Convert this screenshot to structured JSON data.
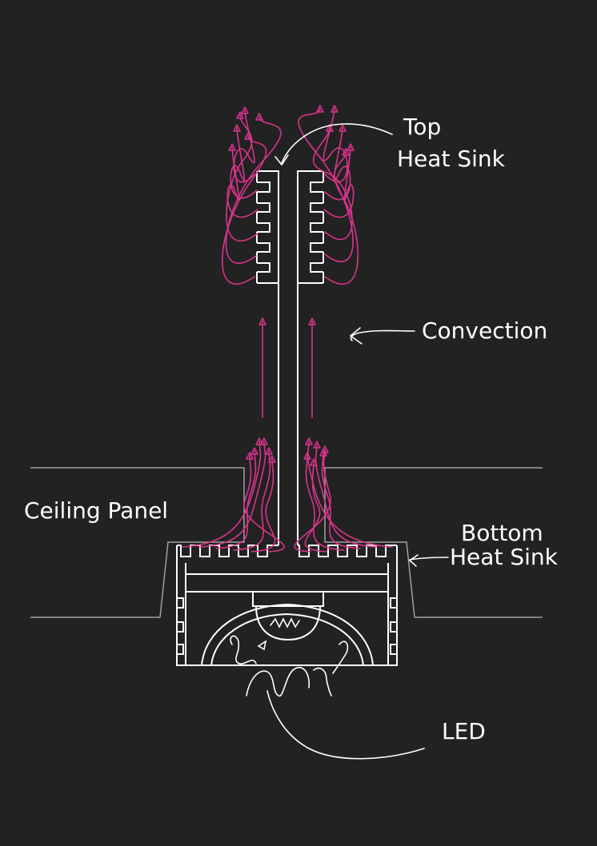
{
  "labels": {
    "top_heat_sink_line1": "Top",
    "top_heat_sink_line2": "Heat Sink",
    "convection": "Convection",
    "ceiling_panel": "Ceiling Panel",
    "bottom_heat_sink_line1": "Bottom",
    "bottom_heat_sink_line2": "Heat Sink",
    "led": "LED"
  },
  "colors": {
    "background": "#222222",
    "outline": "#ffffff",
    "ceiling": "#a0a0a0",
    "airflow": "#d8348c"
  }
}
